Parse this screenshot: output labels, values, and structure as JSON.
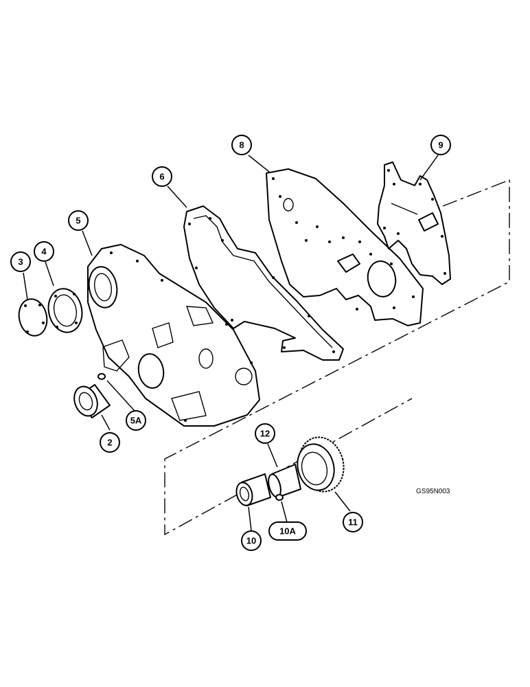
{
  "diagram": {
    "reference_code": "GS95N003",
    "callouts": [
      {
        "id": "c3",
        "label": "3"
      },
      {
        "id": "c4",
        "label": "4"
      },
      {
        "id": "c5",
        "label": "5"
      },
      {
        "id": "c6",
        "label": "6"
      },
      {
        "id": "c8",
        "label": "8"
      },
      {
        "id": "c9",
        "label": "9"
      },
      {
        "id": "c2",
        "label": "2"
      },
      {
        "id": "c5a",
        "label": "5A"
      },
      {
        "id": "c12",
        "label": "12"
      },
      {
        "id": "c10",
        "label": "10"
      },
      {
        "id": "c10a",
        "label": "10A"
      },
      {
        "id": "c11",
        "label": "11"
      }
    ]
  }
}
